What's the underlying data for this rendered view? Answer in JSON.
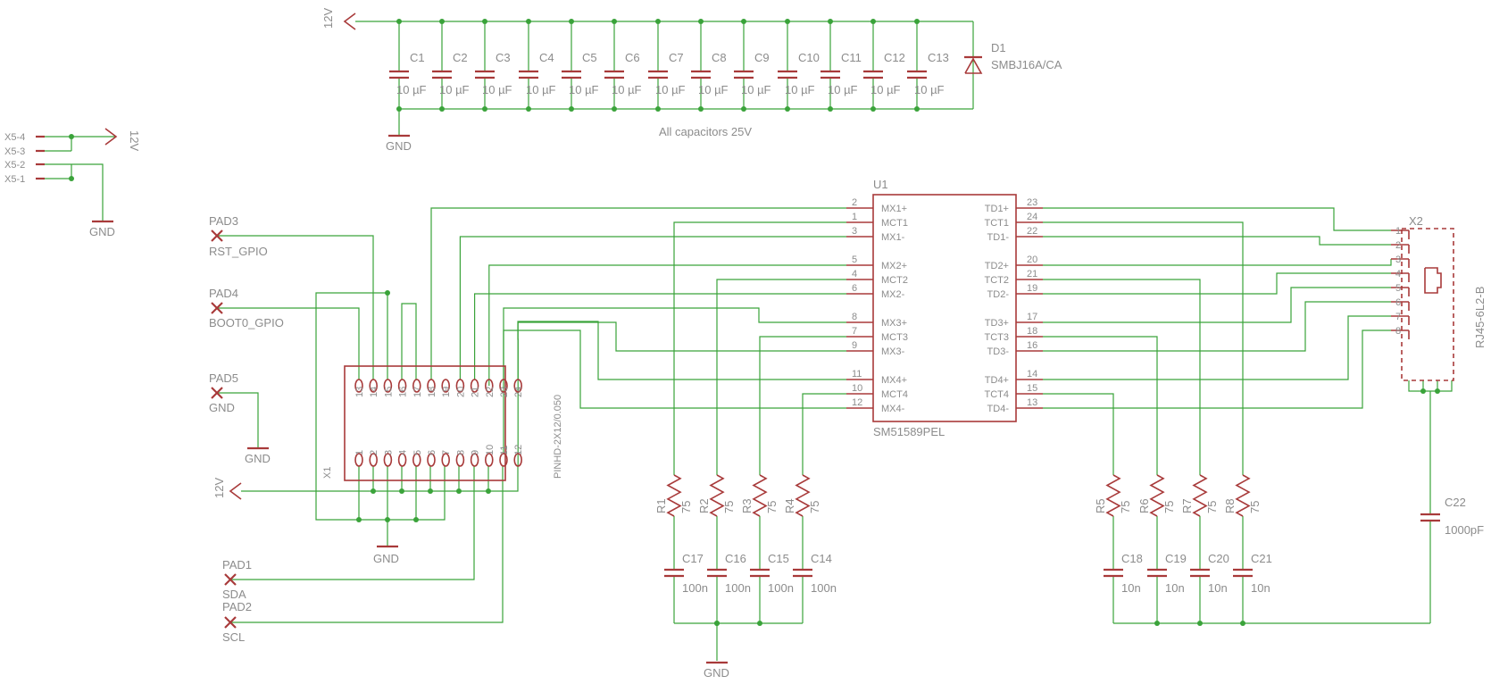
{
  "rails": {
    "v12": "12V",
    "gnd": "GND"
  },
  "top": {
    "caps": [
      "C1",
      "C2",
      "C3",
      "C4",
      "C5",
      "C6",
      "C7",
      "C8",
      "C9",
      "C10",
      "C11",
      "C12",
      "C13"
    ],
    "cap_value": "10 µF",
    "note": "All capacitors 25V",
    "diode": {
      "name": "D1",
      "value": "SMBJ16A/CA"
    }
  },
  "x5": [
    "X5-4",
    "X5-3",
    "X5-2",
    "X5-1"
  ],
  "pads": [
    {
      "name": "PAD3",
      "net": "RST_GPIO"
    },
    {
      "name": "PAD4",
      "net": "BOOT0_GPIO"
    },
    {
      "name": "PAD5",
      "net": "GND"
    },
    {
      "name": "PAD1",
      "net": "SDA"
    },
    {
      "name": "PAD2",
      "net": "SCL"
    }
  ],
  "x1": {
    "name": "X1",
    "value": "PINHD-2X12/0.050",
    "top_pins": [
      "13",
      "14",
      "15",
      "16",
      "17",
      "18",
      "19",
      "20",
      "21",
      "22",
      "23",
      "24"
    ],
    "bottom_pins": [
      "1",
      "2",
      "3",
      "4",
      "5",
      "6",
      "7",
      "8",
      "9",
      "10",
      "11",
      "12"
    ]
  },
  "u1": {
    "name": "U1",
    "value": "SM51589PEL",
    "left": [
      {
        "num": "2",
        "name": "MX1+"
      },
      {
        "num": "1",
        "name": "MCT1"
      },
      {
        "num": "3",
        "name": "MX1-"
      },
      {
        "num": "5",
        "name": "MX2+"
      },
      {
        "num": "4",
        "name": "MCT2"
      },
      {
        "num": "6",
        "name": "MX2-"
      },
      {
        "num": "8",
        "name": "MX3+"
      },
      {
        "num": "7",
        "name": "MCT3"
      },
      {
        "num": "9",
        "name": "MX3-"
      },
      {
        "num": "11",
        "name": "MX4+"
      },
      {
        "num": "10",
        "name": "MCT4"
      },
      {
        "num": "12",
        "name": "MX4-"
      }
    ],
    "right": [
      {
        "num": "23",
        "name": "TD1+"
      },
      {
        "num": "24",
        "name": "TCT1"
      },
      {
        "num": "22",
        "name": "TD1-"
      },
      {
        "num": "20",
        "name": "TD2+"
      },
      {
        "num": "21",
        "name": "TCT2"
      },
      {
        "num": "19",
        "name": "TD2-"
      },
      {
        "num": "17",
        "name": "TD3+"
      },
      {
        "num": "18",
        "name": "TCT3"
      },
      {
        "num": "16",
        "name": "TD3-"
      },
      {
        "num": "14",
        "name": "TD4+"
      },
      {
        "num": "15",
        "name": "TCT4"
      },
      {
        "num": "13",
        "name": "TD4-"
      }
    ]
  },
  "x2": {
    "name": "X2",
    "value": "RJ45-6L2-B",
    "pins": [
      "1",
      "2",
      "3",
      "4",
      "5",
      "6",
      "7",
      "8"
    ]
  },
  "resistors_left": [
    {
      "name": "R1",
      "value": "75"
    },
    {
      "name": "R2",
      "value": "75"
    },
    {
      "name": "R3",
      "value": "75"
    },
    {
      "name": "R4",
      "value": "75"
    }
  ],
  "resistors_right": [
    {
      "name": "R5",
      "value": "75"
    },
    {
      "name": "R6",
      "value": "75"
    },
    {
      "name": "R7",
      "value": "75"
    },
    {
      "name": "R8",
      "value": "75"
    }
  ],
  "caps_left": [
    {
      "name": "C17",
      "value": "100n"
    },
    {
      "name": "C16",
      "value": "100n"
    },
    {
      "name": "C15",
      "value": "100n"
    },
    {
      "name": "C14",
      "value": "100n"
    }
  ],
  "caps_right": [
    {
      "name": "C18",
      "value": "10n"
    },
    {
      "name": "C19",
      "value": "10n"
    },
    {
      "name": "C20",
      "value": "10n"
    },
    {
      "name": "C21",
      "value": "10n"
    }
  ],
  "c22": {
    "name": "C22",
    "value": "1000pF"
  }
}
